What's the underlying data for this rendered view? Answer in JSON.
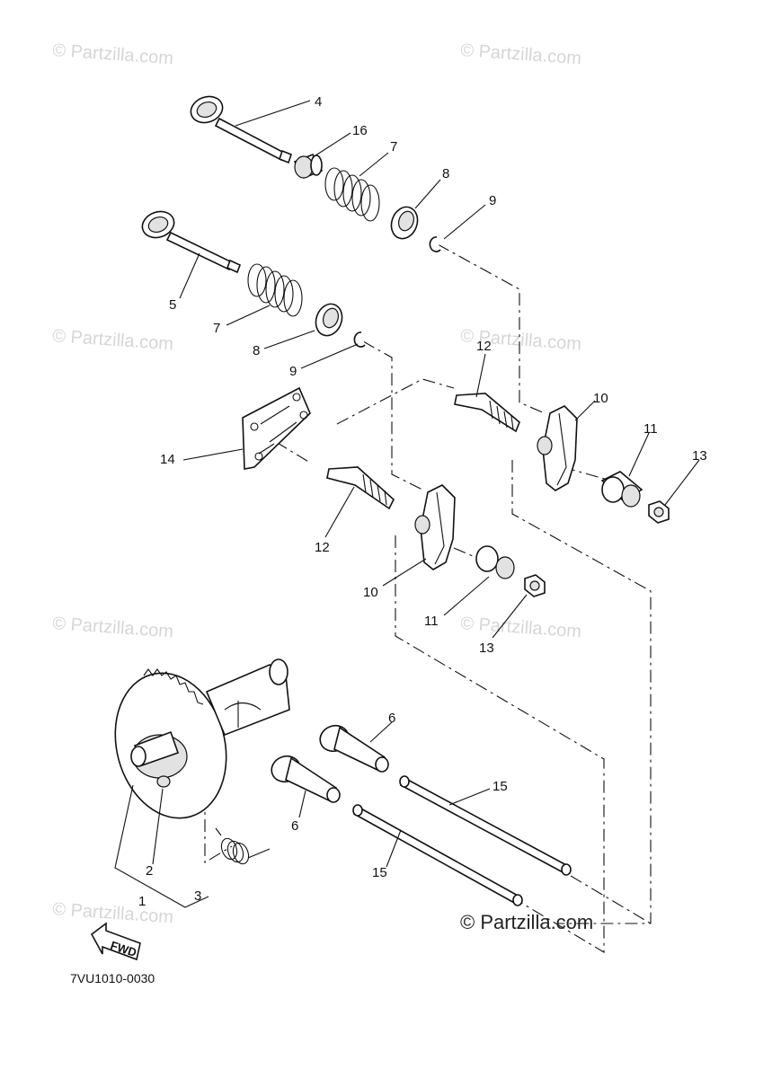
{
  "watermark": "© Partzilla.com",
  "brand": "© Partzilla.com",
  "diagram_code": "7VU1010-0030",
  "fwd_label": "FWD",
  "callouts": {
    "c1": "1",
    "c2": "2",
    "c3": "3",
    "c4": "4",
    "c5": "5",
    "c6a": "6",
    "c6b": "6",
    "c7a": "7",
    "c7b": "7",
    "c8a": "8",
    "c8b": "8",
    "c9a": "9",
    "c9b": "9",
    "c10a": "10",
    "c10b": "10",
    "c11a": "11",
    "c11b": "11",
    "c12a": "12",
    "c12b": "12",
    "c13a": "13",
    "c13b": "13",
    "c14": "14",
    "c15a": "15",
    "c15b": "15",
    "c16": "16"
  }
}
